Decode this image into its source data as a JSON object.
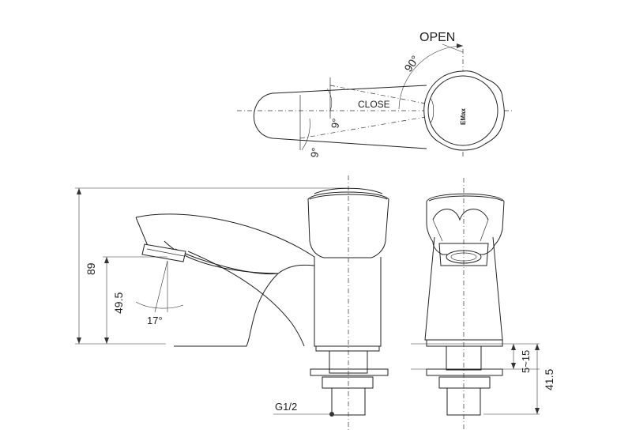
{
  "top_view": {
    "open_label": "OPEN",
    "close_label": "CLOSE",
    "angle_open": "90°",
    "angle_9a": "9°",
    "angle_9b": "9°",
    "brand": "EMax"
  },
  "side_view": {
    "height_total": "89",
    "height_spout": "49.5",
    "spout_angle": "17°",
    "thread": "G1/2"
  },
  "front_view": {
    "dim_short": "5~15",
    "dim_long": "41.5"
  }
}
